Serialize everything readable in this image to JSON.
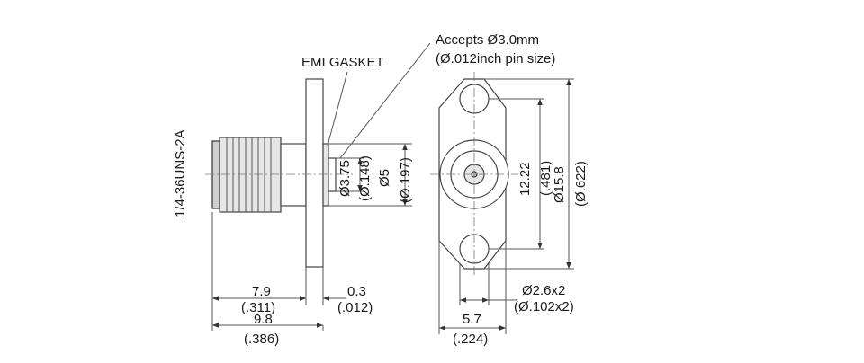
{
  "labels": {
    "emi_gasket": "EMI GASKET",
    "accepts_line1": "Accepts Ø3.0mm",
    "accepts_line2": "(Ø.012inch pin size)",
    "thread": "1/4-36UNS-2A"
  },
  "dimensions": {
    "length_79_mm": "7.9",
    "length_79_in": "(.311)",
    "length_98_mm": "9.8",
    "length_98_in": "(.386)",
    "flange_03_mm": "0.3",
    "flange_03_in": "(.012)",
    "dia_375_mm": "Ø3.75",
    "dia_375_in": "(Ø.148)",
    "dia_5_mm": "Ø5",
    "dia_5_in": "(Ø.197)",
    "spacing_1222_mm": "12.22",
    "spacing_1222_in": "(.481)",
    "height_158_mm": "Ø15.8",
    "height_158_in": "(Ø.622)",
    "hole_26_mm": "Ø2.6x2",
    "hole_26_in": "(Ø.102x2)",
    "width_57_mm": "5.7",
    "width_57_in": "(.224)"
  },
  "colors": {
    "line": "#444444",
    "background": "#ffffff"
  }
}
